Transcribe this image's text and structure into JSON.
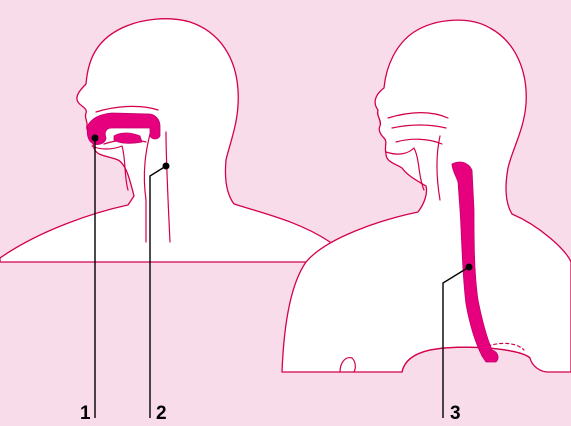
{
  "colors": {
    "background": "#f8dcea",
    "silhouette": "#ffffff",
    "outline": "#d4004c",
    "highlight": "#e6007e",
    "leader": "#000000"
  },
  "labels": {
    "left_figure": {
      "mouth": "1",
      "pharynx": "2"
    },
    "right_figure": {
      "esophagus": "3"
    }
  }
}
